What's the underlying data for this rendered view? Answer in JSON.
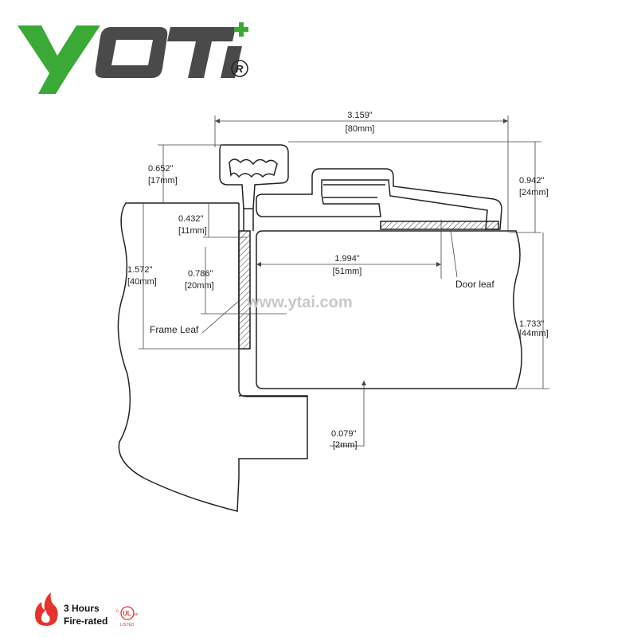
{
  "brand": {
    "logo_text": "YOTI",
    "registered_mark": "®",
    "brand_color": "#3aa935",
    "logo_dark_color": "#4a4a4a"
  },
  "watermark": "www.ytai.com",
  "dimensions": {
    "overall_width_in": "3.159\"",
    "overall_width_mm": "[80mm]",
    "top_left_height_in": "0.652\"",
    "top_left_height_mm": "[17mm]",
    "right_height_in": "0.942\"",
    "right_height_mm": "[24mm]",
    "frame_rebate_in": "0.432\"",
    "frame_rebate_mm": "[11mm]",
    "frame_leaf_in": "1.572\"",
    "frame_leaf_mm": "[40mm]",
    "leaf_offset_in": "0.786\"",
    "leaf_offset_mm": "[20mm]",
    "overlap_in": "1.994\"",
    "overlap_mm": "[51mm]",
    "door_thickness_in": "1.733\"",
    "door_thickness_mm": "[44mm]",
    "gap_in": "0.079\"",
    "gap_mm": "[2mm]"
  },
  "callouts": {
    "door_leaf": "Door leaf",
    "frame_leaf": "Frame Leaf"
  },
  "fire_badge": {
    "line1": "3 Hours",
    "line2": "Fire-rated",
    "icon": "flame-icon",
    "flame_color": "#e4342c"
  },
  "ul_mark": {
    "letters": "UL",
    "c_mark": "c",
    "us_mark": "us",
    "listed": "LISTED",
    "color": "#e4342c"
  }
}
